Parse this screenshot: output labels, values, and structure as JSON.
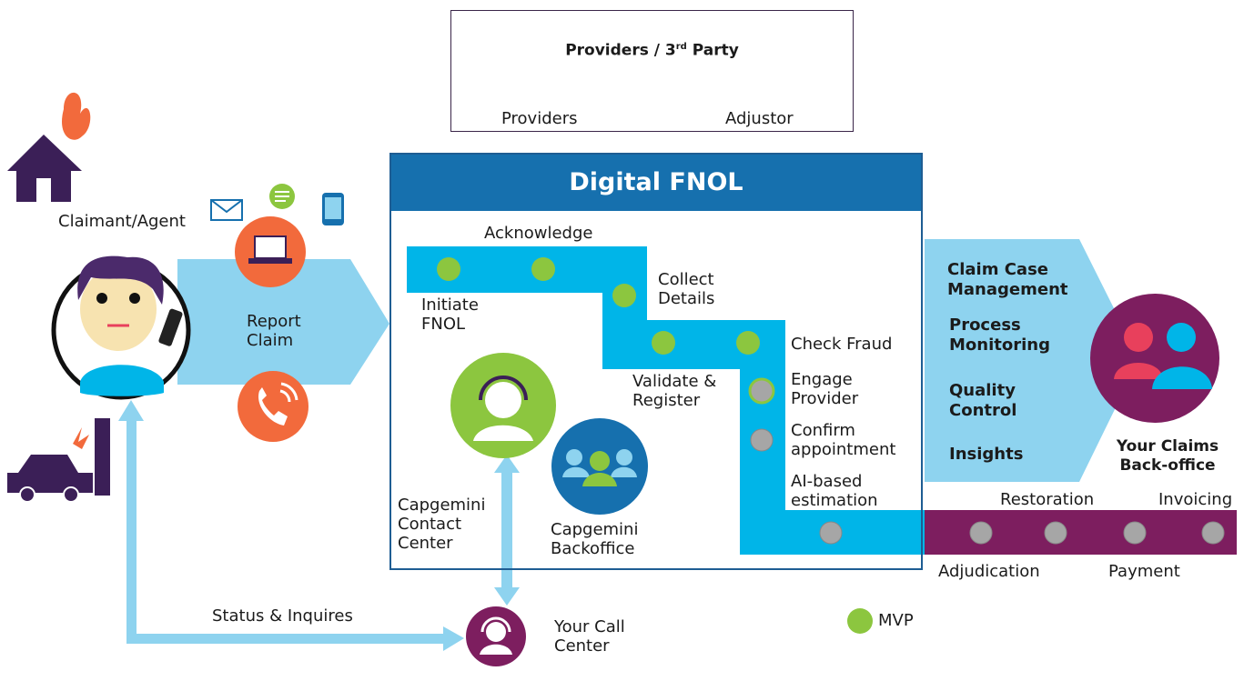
{
  "providers_box": {
    "title_pre": "Providers / 3",
    "title_sup": "rd",
    "title_post": " Party",
    "providers": "Providers",
    "adjustor": "Adjustor"
  },
  "claimant": {
    "label": "Claimant/Agent",
    "report_claim": "Report\nClaim"
  },
  "fnol": {
    "title": "Digital FNOL",
    "steps": {
      "acknowledge": "Acknowledge",
      "initiate": "Initiate\nFNOL",
      "collect": "Collect\nDetails",
      "validate": "Validate &\nRegister",
      "check_fraud": "Check Fraud",
      "engage": "Engage\nProvider",
      "confirm": "Confirm\nappointment",
      "ai": "AI-based\nestimation"
    },
    "contact_center": "Capgemini\nContact\nCenter",
    "backoffice": "Capgemini\nBackoffice"
  },
  "backoffice": {
    "items": [
      "Claim Case\nManagement",
      "Process\nMonitoring",
      "Quality\nControl",
      "Insights"
    ],
    "your_claims": "Your Claims\nBack-office"
  },
  "pipeline": {
    "restoration": "Restoration",
    "invoicing": "Invoicing",
    "adjudication": "Adjudication",
    "payment": "Payment"
  },
  "bottom": {
    "status": "Status & Inquires",
    "call_center": "Your Call\nCenter",
    "legend_mvp": "MVP"
  },
  "colors": {
    "cyan": "#00b5e8",
    "light_blue": "#8ed3ef",
    "green": "#8cc63f",
    "orange": "#f26a3c",
    "purple": "#7d1e5f",
    "navy": "#3b1f57",
    "fnol_blue": "#1670ae",
    "grey_dot": "#a6a6a6",
    "pink": "#e8405c"
  }
}
